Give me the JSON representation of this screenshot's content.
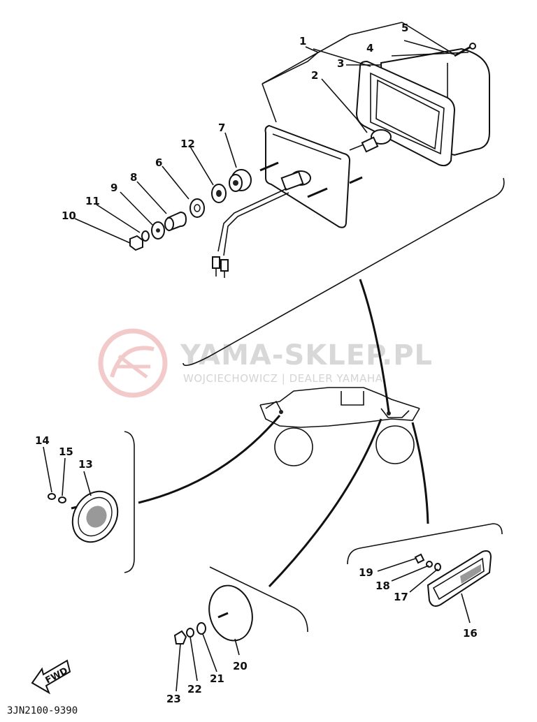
{
  "diagram": {
    "part_code": "3JN2100-9390",
    "direction_label": "FWD",
    "watermark": {
      "brand": "YAMA-SKLEP.PL",
      "subtitle": "WOJCIECHOWICZ | DEALER YAMAHA",
      "color": "#e8a0a0"
    },
    "callouts": [
      "1",
      "2",
      "3",
      "4",
      "5",
      "6",
      "7",
      "8",
      "9",
      "10",
      "11",
      "12",
      "13",
      "14",
      "15",
      "16",
      "17",
      "18",
      "19",
      "20",
      "21",
      "22",
      "23"
    ]
  }
}
